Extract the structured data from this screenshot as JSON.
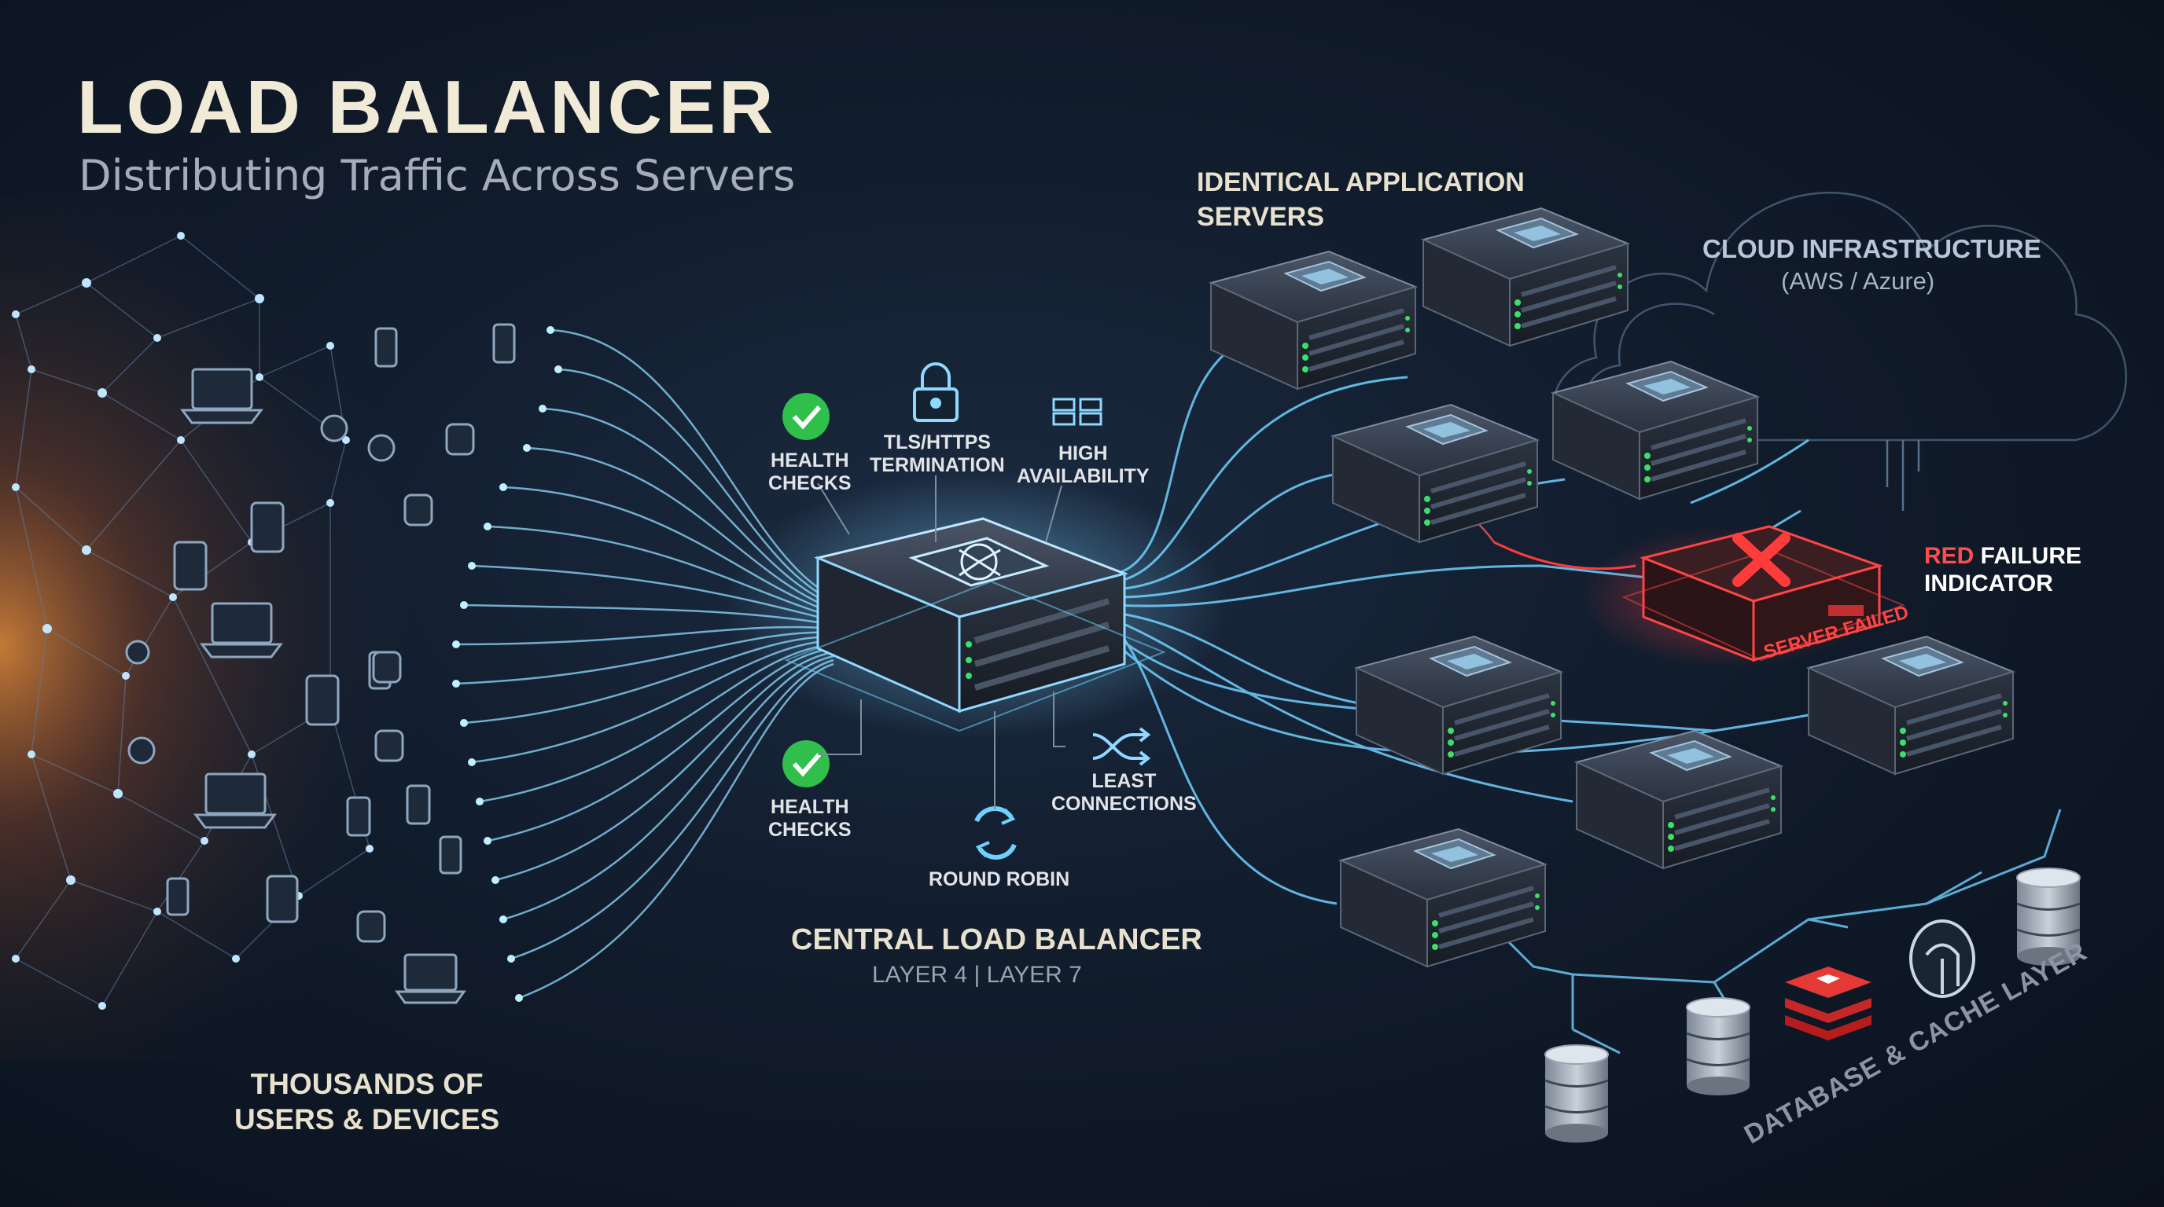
{
  "title": "LOAD BALANCER",
  "subtitle": "Distributing Traffic Across Servers",
  "labels": {
    "servers_line1": "IDENTICAL APPLICATION",
    "servers_line2": "SERVERS",
    "cloud_line1": "CLOUD INFRASTRUCTURE",
    "cloud_line2": "(AWS / Azure)",
    "health_checks_top_l1": "HEALTH",
    "health_checks_top_l2": "CHECKS",
    "tls_l1": "TLS/HTTPS",
    "tls_l2": "TERMINATION",
    "ha_l1": "HIGH",
    "ha_l2": "AVAILABILITY",
    "health_checks_bottom_l1": "HEALTH",
    "health_checks_bottom_l2": "CHECKS",
    "least_l1": "LEAST",
    "least_l2": "CONNECTIONS",
    "round_robin": "ROUND ROBIN",
    "central": "CENTRAL LOAD BALANCER",
    "central_sub": "LAYER 4 | LAYER 7",
    "users_l1": "THOUSANDS OF",
    "users_l2": "USERS & DEVICES",
    "red_word": "RED",
    "failure_rest": " FAILURE",
    "indicator": "INDICATOR",
    "server_failed": "SERVER FAILED",
    "db_layer": "DATABASE & CACHE LAYER"
  },
  "colors": {
    "accent_blue": "#59c8ff",
    "glow_blue": "#9fe3ff",
    "failure_red": "#ff3b3b",
    "check_green": "#2fbf4a",
    "title_cream": "#f1ead7",
    "network_orange": "#ff9a3c"
  },
  "icons": [
    "check-icon",
    "lock-icon",
    "server-stack-icon",
    "shuffle-icon",
    "refresh-icon",
    "x-icon",
    "cloud-icon",
    "database-icon",
    "redis-icon",
    "postgres-icon",
    "laptop-icon",
    "phone-icon",
    "watch-icon",
    "tablet-icon"
  ]
}
